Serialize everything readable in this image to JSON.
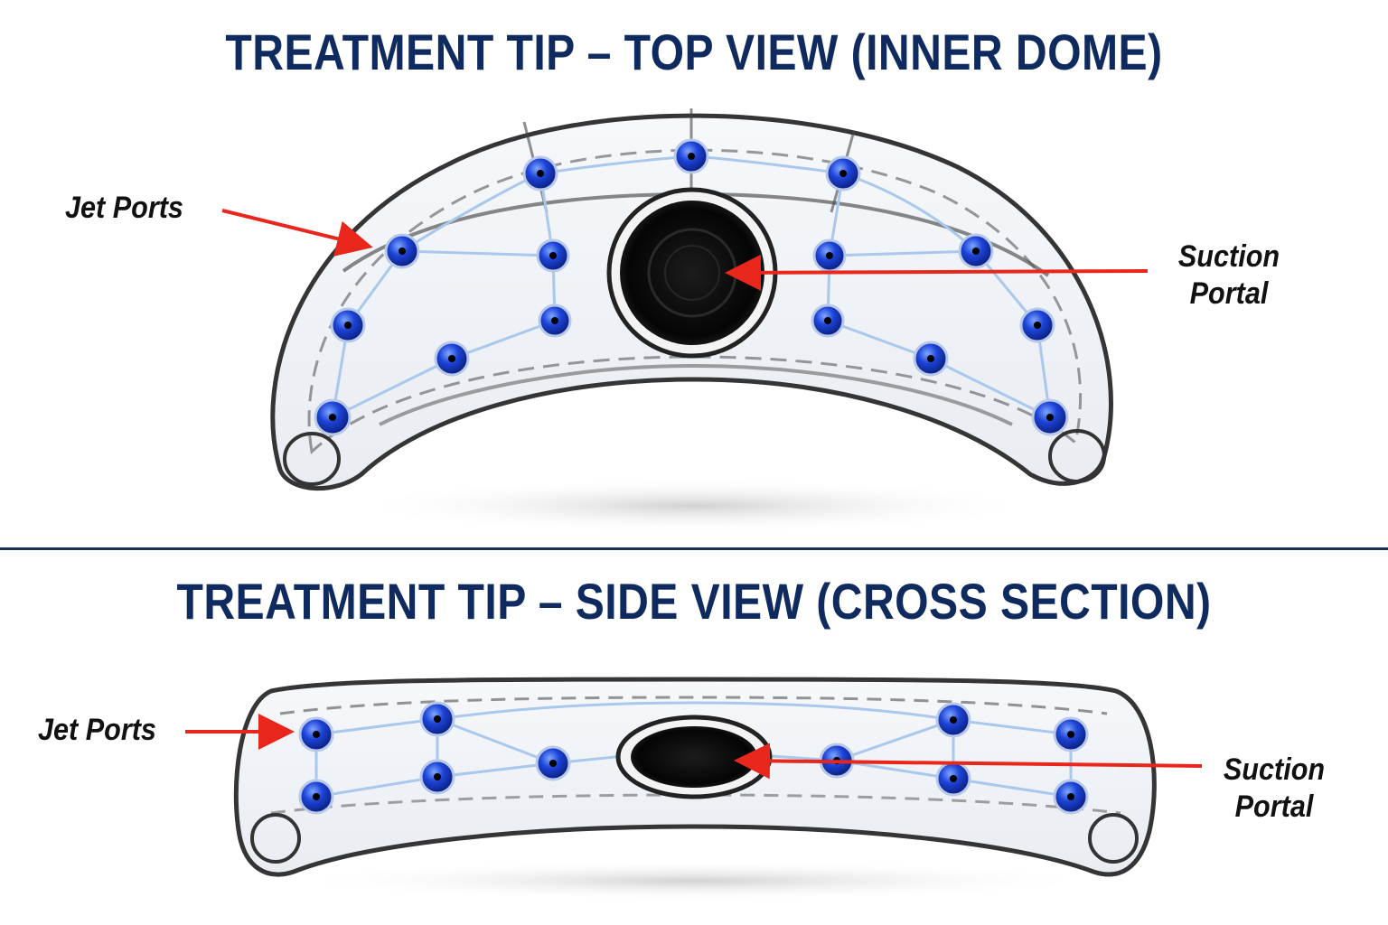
{
  "top_view": {
    "title": "TREATMENT TIP – TOP VIEW (INNER DOME)",
    "jet_label": "Jet Ports",
    "suction_label_line1": "Suction",
    "suction_label_line2": "Portal"
  },
  "side_view": {
    "title": "TREATMENT TIP – SIDE VIEW (CROSS SECTION)",
    "jet_label": "Jet Ports",
    "suction_label_line1": "Suction",
    "suction_label_line2": "Portal"
  },
  "colors": {
    "title": "#0f2a5f",
    "arrow": "#e8261c",
    "port": "#1d44d8",
    "channel": "#a9c8ec",
    "divider": "#1a2f5e"
  },
  "icons": {
    "jet_port": "blue-sphere-icon",
    "suction_portal": "black-disc-icon"
  }
}
